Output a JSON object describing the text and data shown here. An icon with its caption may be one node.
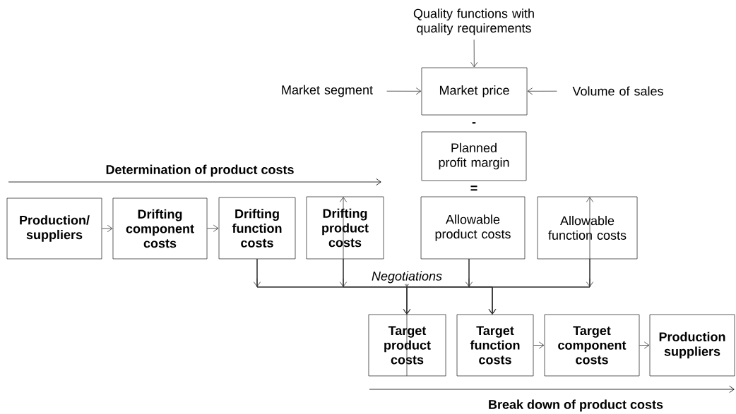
{
  "diagram": {
    "nodes": [
      {
        "text": [
          "Quality functions with quality requirements"
        ]
      },
      {
        "text": [
          "Market segment"
        ]
      },
      {
        "text": [
          "Market price"
        ]
      },
      {
        "text": [
          "Volume of sales"
        ]
      },
      {
        "text": [
          "Planned profit margin"
        ]
      },
      {
        "text": [
          "Production/ suppliers"
        ]
      },
      {
        "text": [
          "Drifting component costs"
        ]
      },
      {
        "text": [
          "Drifting function costs"
        ]
      },
      {
        "text": [
          "Drifting product costs"
        ]
      },
      {
        "text": [
          "Allowable product costs"
        ]
      },
      {
        "text": [
          "Allowable function costs"
        ]
      },
      {
        "text": [
          "Target product costs"
        ]
      },
      {
        "text": [
          "Target function costs"
        ]
      },
      {
        "text": [
          "Target component costs"
        ]
      },
      {
        "text": [
          "Production suppliers"
        ]
      }
    ],
    "edges": [
      {
        "from": 0,
        "to": 2,
        "arrow": "to"
      },
      {
        "from": 1,
        "to": 2,
        "arrow": "to"
      },
      {
        "from": 3,
        "to": 2,
        "arrow": "to"
      },
      {
        "from": 5,
        "to": 6,
        "arrow": "to"
      },
      {
        "from": 6,
        "to": 7,
        "arrow": "to"
      },
      {
        "from": 7,
        "to": 8,
        "arrow": "to"
      },
      {
        "from": 9,
        "to": 10,
        "arrow": "to"
      },
      {
        "from": 7,
        "to": 11,
        "arrow": "to"
      },
      {
        "from": 7,
        "to": 12,
        "arrow": "to"
      },
      {
        "from": 8,
        "to": 11,
        "arrow": "to",
        "label": "Negotiations"
      },
      {
        "from": 8,
        "to": 12,
        "arrow": "to"
      },
      {
        "from": 9,
        "to": 11,
        "arrow": "to"
      },
      {
        "from": 9,
        "to": 12,
        "arrow": "to"
      },
      {
        "from": 10,
        "to": 11,
        "arrow": "to"
      },
      {
        "from": 10,
        "to": 12,
        "arrow": "to"
      },
      {
        "from": 11,
        "to": 12,
        "arrow": "to"
      },
      {
        "from": 12,
        "to": 13,
        "arrow": "to"
      },
      {
        "from": 13,
        "to": 14,
        "arrow": "to"
      }
    ],
    "labels": [
      "-",
      "Determination of product costs",
      "=",
      "Break down of product costs"
    ]
  }
}
